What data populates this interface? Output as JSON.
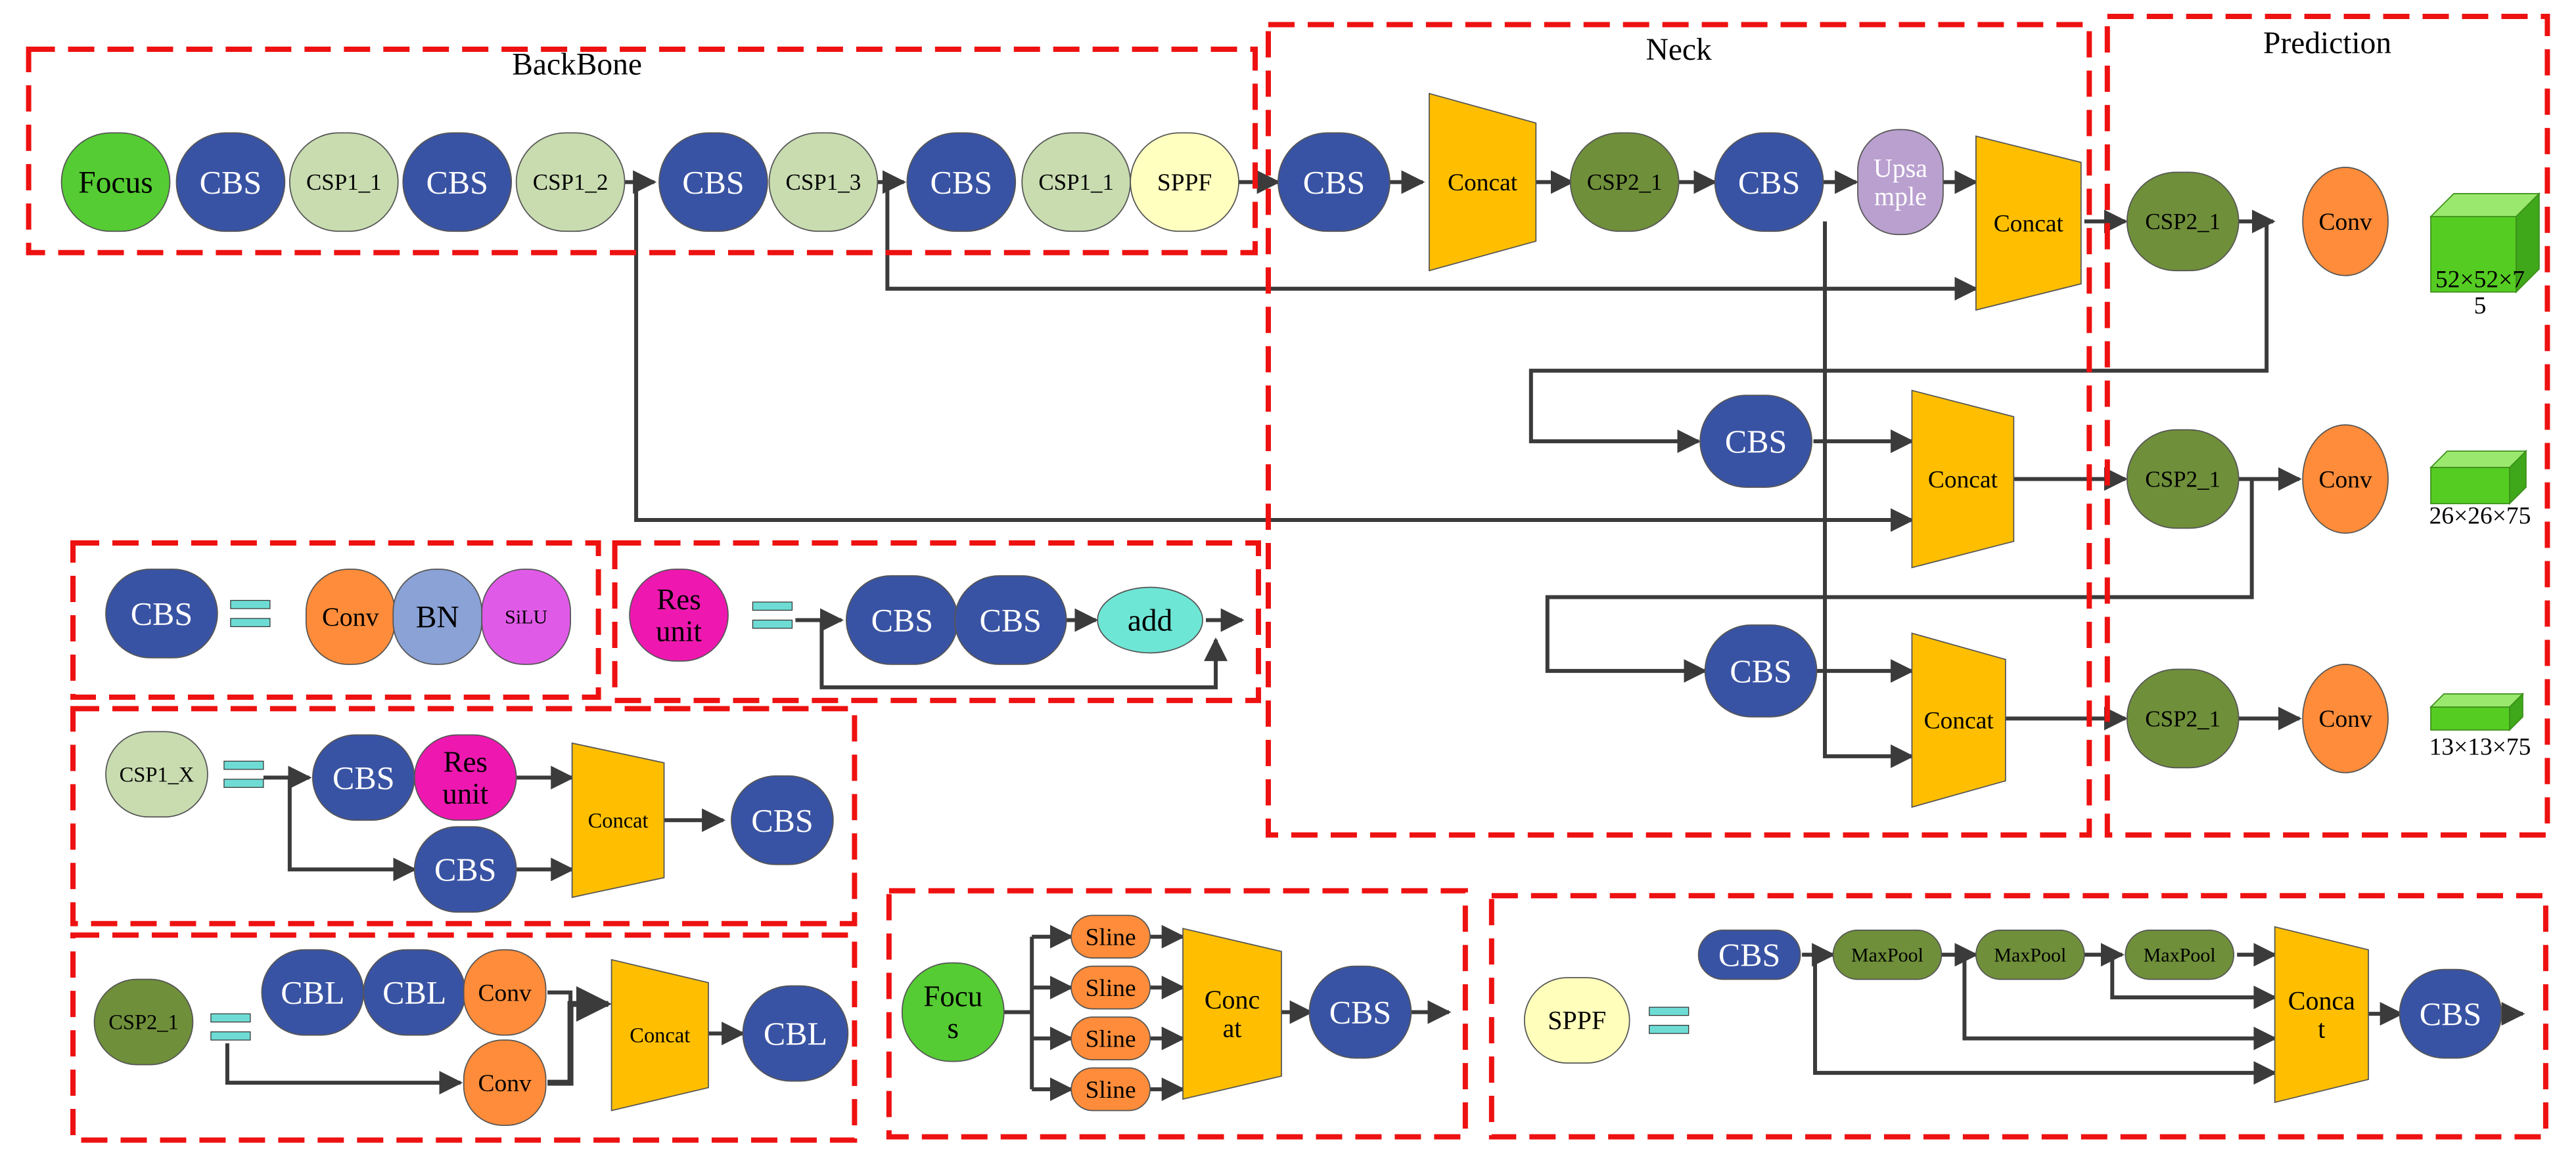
{
  "colors": {
    "cbs": "#3953a4",
    "csp1": "#c8dcb0",
    "csp2": "#6f8f3a",
    "focus": "#55cc33",
    "sppf": "#ffffbb",
    "concat": "#ffbf00",
    "upsample": "#b9a0cf",
    "conv": "#ff8c3a",
    "bn": "#8aa2d6",
    "silu": "#e05ae8",
    "resunit": "#ee18b0",
    "add": "#6ee6d6",
    "equals": "#6edcd4",
    "cube": "#55cc22",
    "dashed": "#ee1111",
    "arrow": "#3b3b3b"
  },
  "sections": {
    "backbone": "BackBone",
    "neck": "Neck",
    "prediction": "Prediction"
  },
  "backbone": [
    "Focus",
    "CBS",
    "CSP1_1",
    "CBS",
    "CSP1_2",
    "CBS",
    "CSP1_3",
    "CBS",
    "CSP1_1",
    "SPPF"
  ],
  "neck": {
    "top": [
      "CBS",
      "Concat",
      "CSP2_1",
      "CBS",
      "Upsample",
      "Concat"
    ],
    "upsample_lines": [
      "Upsa",
      "mple"
    ],
    "mid": [
      "CBS",
      "Concat"
    ],
    "bottom": [
      "CBS",
      "Concat"
    ]
  },
  "prediction": {
    "rows": [
      {
        "csp": "CSP2_1",
        "conv": "Conv",
        "output_lines": [
          "52×52×7",
          "5"
        ]
      },
      {
        "csp": "CSP2_1",
        "conv": "Conv",
        "output_lines": [
          "26×26×75"
        ]
      },
      {
        "csp": "CSP2_1",
        "conv": "Conv",
        "output_lines": [
          "13×13×75"
        ]
      }
    ]
  },
  "legend": {
    "cbs": {
      "lhs": "CBS",
      "rhs": [
        "Conv",
        "BN",
        "SiLU"
      ]
    },
    "res_unit": {
      "lhs_lines": [
        "Res",
        "unit"
      ],
      "rhs": [
        "CBS",
        "CBS",
        "add"
      ]
    },
    "csp1_x": {
      "lhs": "CSP1_X",
      "top": "CBS",
      "res_lines": [
        "Res",
        "unit"
      ],
      "bottom": "CBS",
      "concat": "Concat",
      "out": "CBS"
    },
    "csp2_1": {
      "lhs": "CSP2_1",
      "top": [
        "CBL",
        "CBL",
        "Conv"
      ],
      "bottom": "Conv",
      "concat": "Concat",
      "out": "CBL"
    },
    "focus": {
      "lhs_lines": [
        "Focu",
        "s"
      ],
      "slices": [
        "Sline",
        "Sline",
        "Sline",
        "Sline"
      ],
      "concat_lines": [
        "Conc",
        "at"
      ],
      "out": "CBS"
    },
    "sppf": {
      "lhs": "SPPF",
      "first": "CBS",
      "pools": [
        "MaxPool",
        "MaxPool",
        "MaxPool"
      ],
      "concat_lines": [
        "Conca",
        "t"
      ],
      "out": "CBS"
    }
  }
}
